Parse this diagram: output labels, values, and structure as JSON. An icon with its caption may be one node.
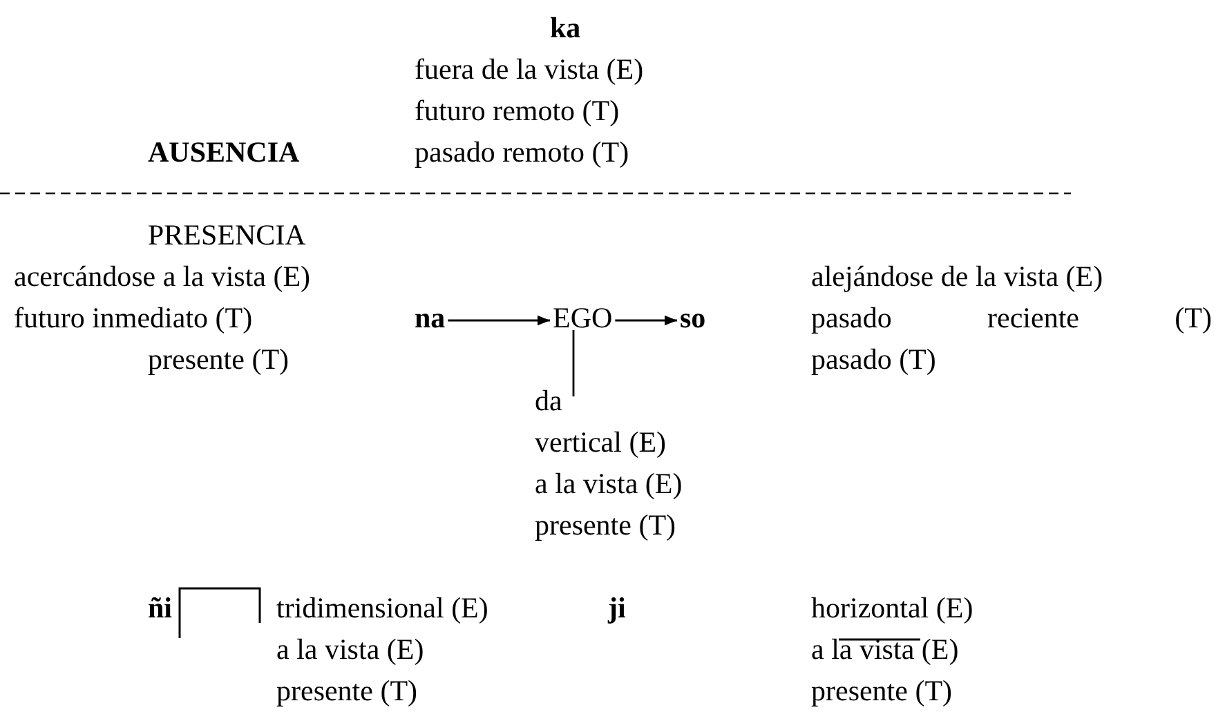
{
  "diagram": {
    "nodes": [
      {
        "text": [
          "na"
        ]
      },
      {
        "text": [
          "EGO"
        ]
      },
      {
        "text": [
          "so"
        ]
      },
      {
        "text": [
          "da"
        ]
      }
    ],
    "edges": [
      {
        "from": 0,
        "to": 1,
        "arrow": "to"
      },
      {
        "from": 1,
        "to": 2,
        "arrow": "to"
      },
      {
        "from": 1,
        "to": 3,
        "arrow": "none"
      }
    ],
    "labels": [
      "ka",
      "fuera de la vista (E)",
      "futuro remoto (T)",
      "AUSENCIA",
      "pasado remoto (T)",
      "PRESENCIA",
      "acercándose a la vista (E)",
      "alejándose de la vista (E)",
      "futuro inmediato (T)",
      "pasado reciente (T)",
      "presente (T)",
      "pasado (T)",
      "vertical (E)",
      "a la vista (E)",
      "presente (T)",
      "ñi",
      "tridimensional (E)",
      "ji",
      "horizontal (E)",
      "a la vista (E)",
      "a la vista (E)",
      "presente (T)",
      "presente (T)"
    ]
  }
}
